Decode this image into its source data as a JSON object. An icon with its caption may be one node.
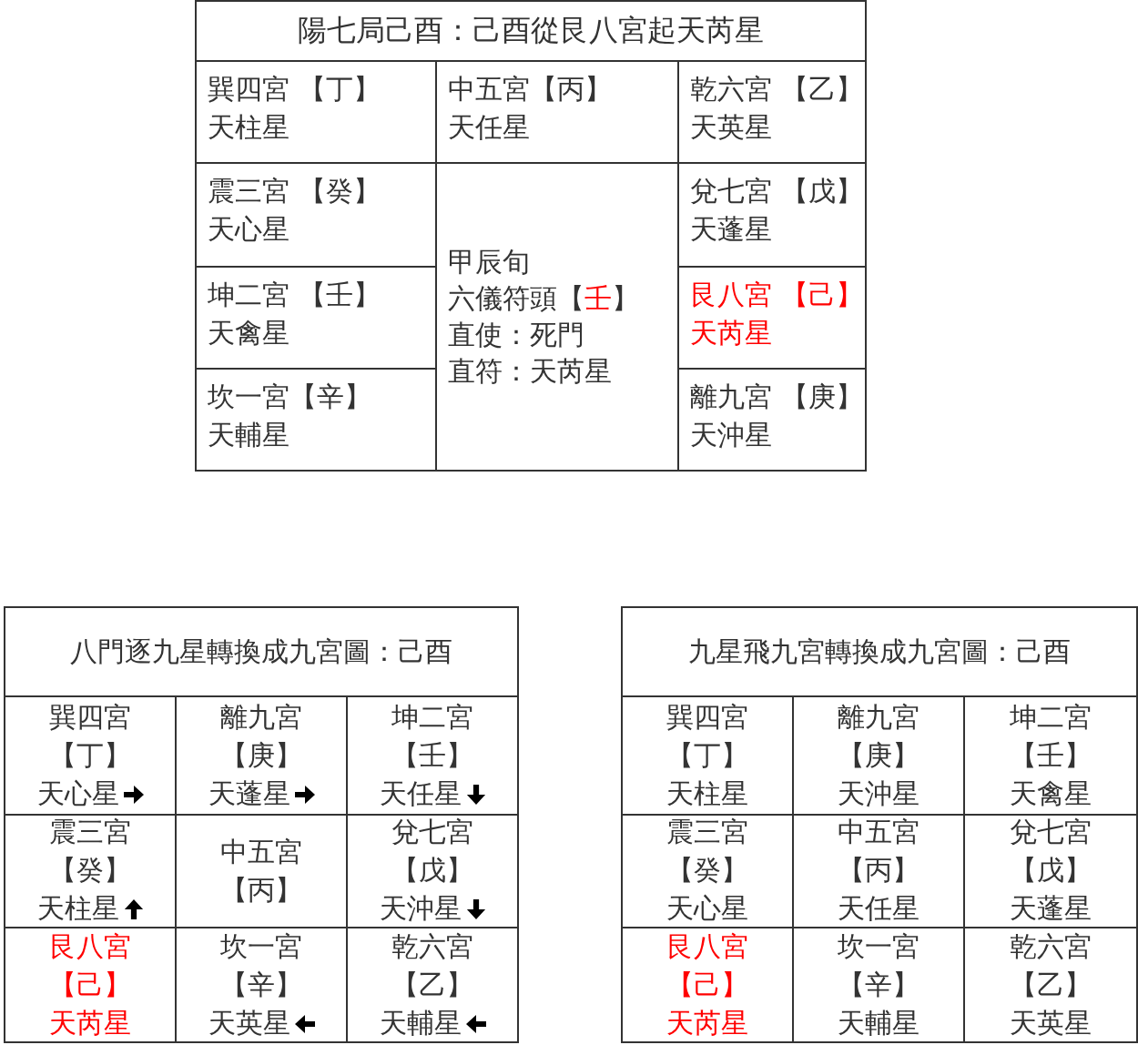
{
  "diagram": {
    "labels": [
      "陽七局己酉：己酉從艮八宮起天芮星",
      "巽四宮 【丁】",
      "天柱星",
      "中五宮【丙】",
      "天任星",
      "乾六宮 【乙】",
      "天英星",
      "震三宮 【癸】",
      "天心星",
      "甲辰旬",
      "六儀符頭【壬】",
      "直使：死門",
      "直符：天芮星",
      "兌七宮 【戊】",
      "天蓬星",
      "坤二宮 【壬】",
      "天禽星",
      "艮八宮 【己】",
      "天芮星",
      "坎一宮【辛】",
      "天輔星",
      "離九宮 【庚】",
      "天沖星",
      "八門逐九星轉換成九宮圖：己酉",
      "巽四宮",
      "【丁】",
      "天心星",
      "離九宮",
      "【庚】",
      "天蓬星",
      "坤二宮",
      "【壬】",
      "天任星",
      "震三宮",
      "【癸】",
      "天柱星",
      "中五宮",
      "【丙】",
      "兌七宮",
      "【戊】",
      "天沖星",
      "艮八宮",
      "【己】",
      "天芮星",
      "坎一宮",
      "【辛】",
      "天英星",
      "乾六宮",
      "【乙】",
      "天輔星",
      "九星飛九宮轉換成九宮圖：己酉",
      "巽四宮",
      "【丁】",
      "天柱星",
      "離九宮",
      "【庚】",
      "天沖星",
      "坤二宮",
      "【壬】",
      "天禽星",
      "震三宮",
      "【癸】",
      "天心星",
      "中五宮",
      "【丙】",
      "天任星",
      "兌七宮",
      "【戊】",
      "天蓬星",
      "艮八宮",
      "【己】",
      "天芮星",
      "坎一宮",
      "【辛】",
      "天輔星",
      "乾六宮",
      "【乙】",
      "天英星"
    ]
  }
}
